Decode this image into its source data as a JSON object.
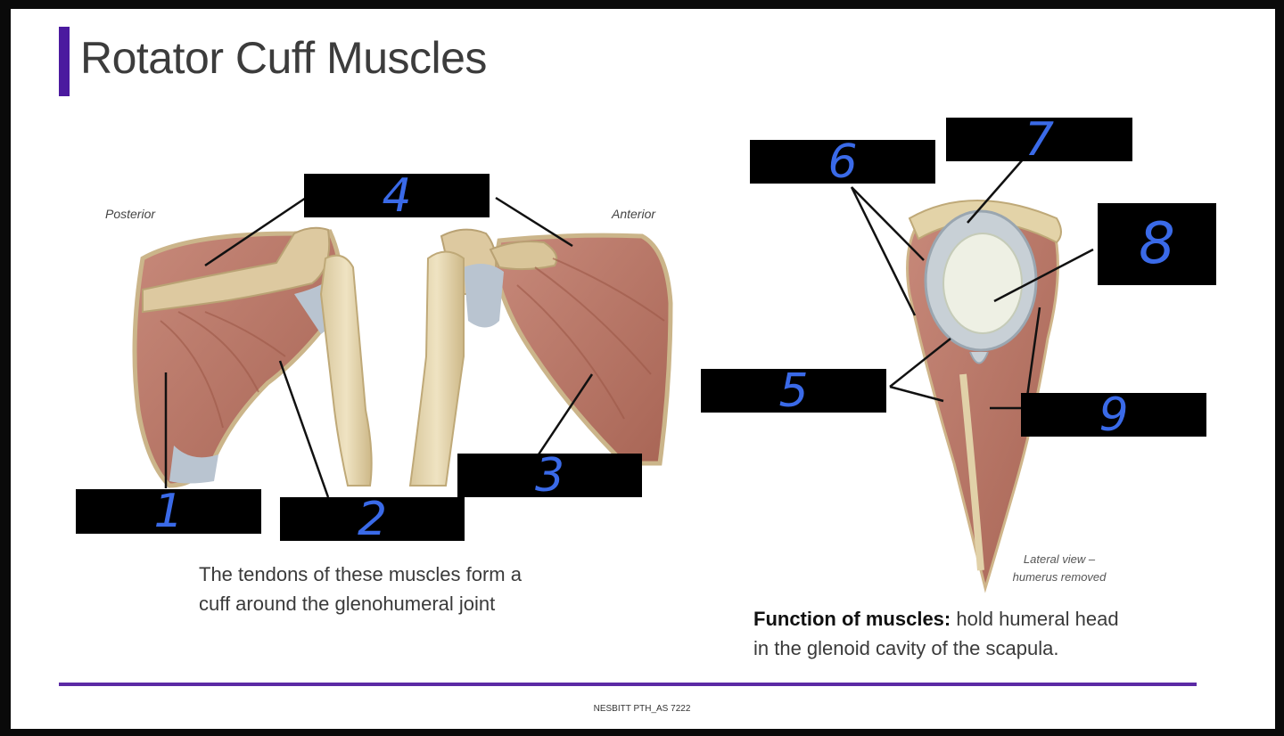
{
  "slide": {
    "title": "Rotator Cuff Muscles",
    "posterior_label": "Posterior",
    "anterior_label": "Anterior",
    "lateral_label_line1": "Lateral view –",
    "lateral_label_line2": "humerus removed",
    "caption_left_line1": "The tendons of these muscles form a",
    "caption_left_line2": "cuff around the glenohumeral joint",
    "function_heading": "Function of muscles:",
    "function_line1_rest": " hold humeral head",
    "function_line2": "in the glenoid cavity of the scapula.",
    "footer": "NESBITT PTH_AS 7222",
    "accent_color": "#4b1a9f"
  },
  "labels": [
    {
      "number": "1"
    },
    {
      "number": "2"
    },
    {
      "number": "3"
    },
    {
      "number": "4"
    },
    {
      "number": "5"
    },
    {
      "number": "6"
    },
    {
      "number": "7"
    },
    {
      "number": "8"
    },
    {
      "number": "9"
    }
  ]
}
